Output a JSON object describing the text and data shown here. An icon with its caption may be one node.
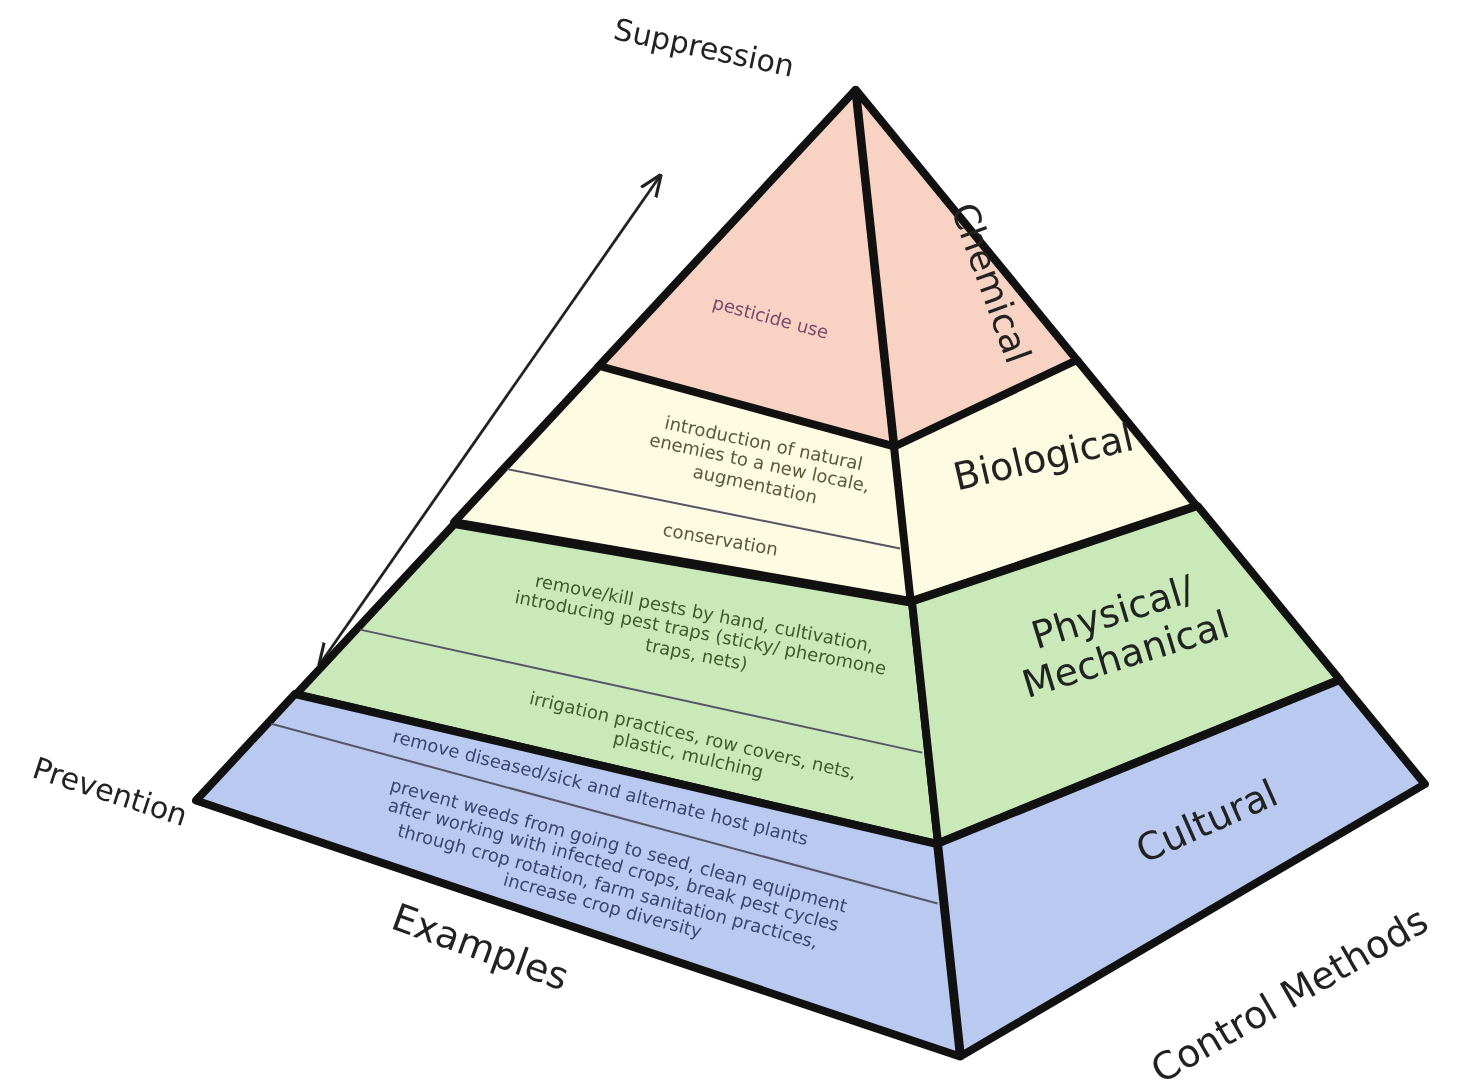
{
  "diagram": {
    "nodes": [
      {
        "text": [
          "pesticide use"
        ]
      },
      {
        "text": [
          "Chemical"
        ]
      },
      {
        "text": [
          "introduction of natural enemies to a new locale, augmentation",
          "conservation"
        ]
      },
      {
        "text": [
          "Biological"
        ]
      },
      {
        "text": [
          "remove/kill pests by hand, cultivation, introducing pest traps (sticky/ pheromone traps, nets)",
          "irrigation practices, row covers, nets, plastic, mulching"
        ]
      },
      {
        "text": [
          "Physical/ Mechanical"
        ]
      },
      {
        "text": [
          "remove diseased/sick and alternate host plants",
          "prevent weeds from going to seed, clean equipment after working with infected crops, break pest cycles through crop rotation, farm sanitation practices, increase crop diversity"
        ]
      },
      {
        "text": [
          "Cultural"
        ]
      }
    ],
    "edges": [],
    "labels": [
      "Suppression",
      "Prevention",
      "Examples",
      "Control Methods"
    ]
  }
}
